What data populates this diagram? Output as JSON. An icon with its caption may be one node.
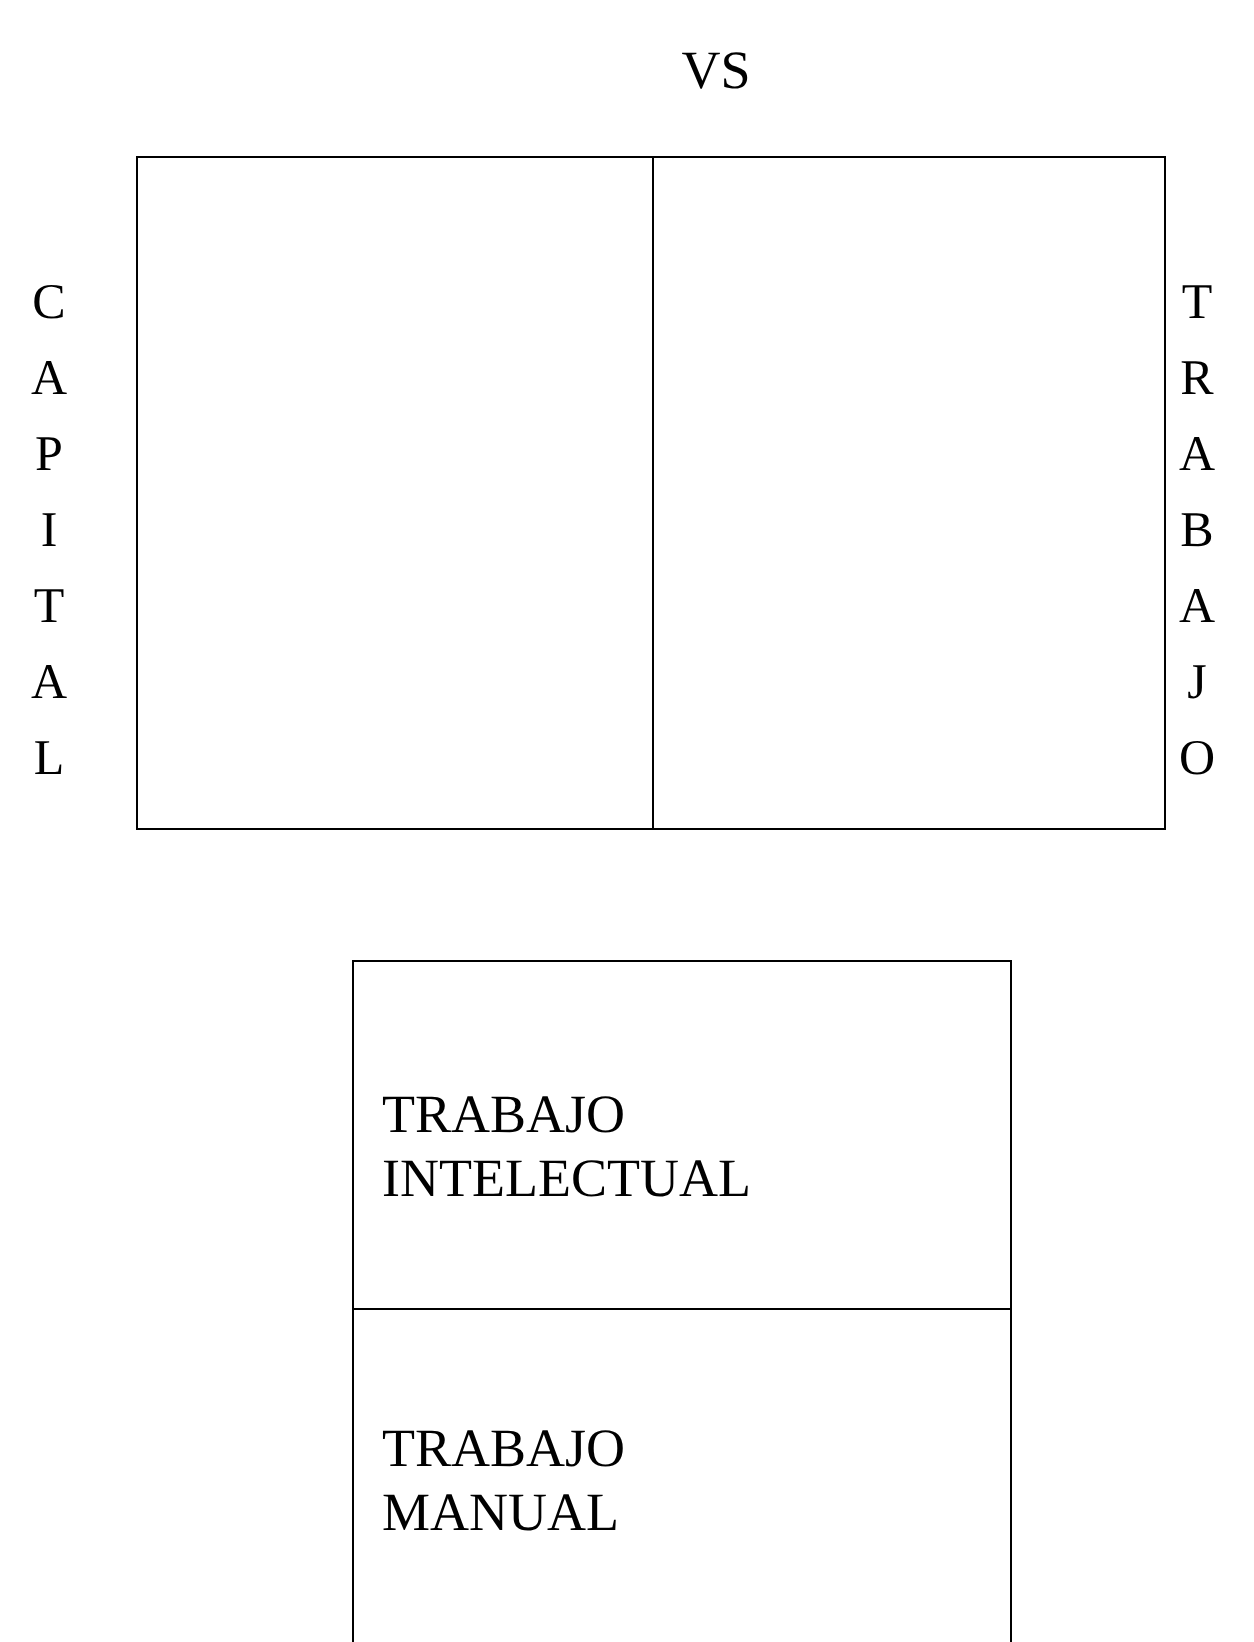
{
  "diagram": {
    "title": "VS",
    "nodes": [
      {
        "text": [],
        "shape": "box",
        "beside": [
          "CAPITAL"
        ]
      },
      {
        "text": [],
        "shape": "box",
        "beside": [
          "TRABAJO"
        ]
      },
      {
        "text": [
          "TRABAJO INTELECTUAL"
        ]
      },
      {
        "text": [
          "TRABAJO MANUAL"
        ]
      }
    ]
  }
}
